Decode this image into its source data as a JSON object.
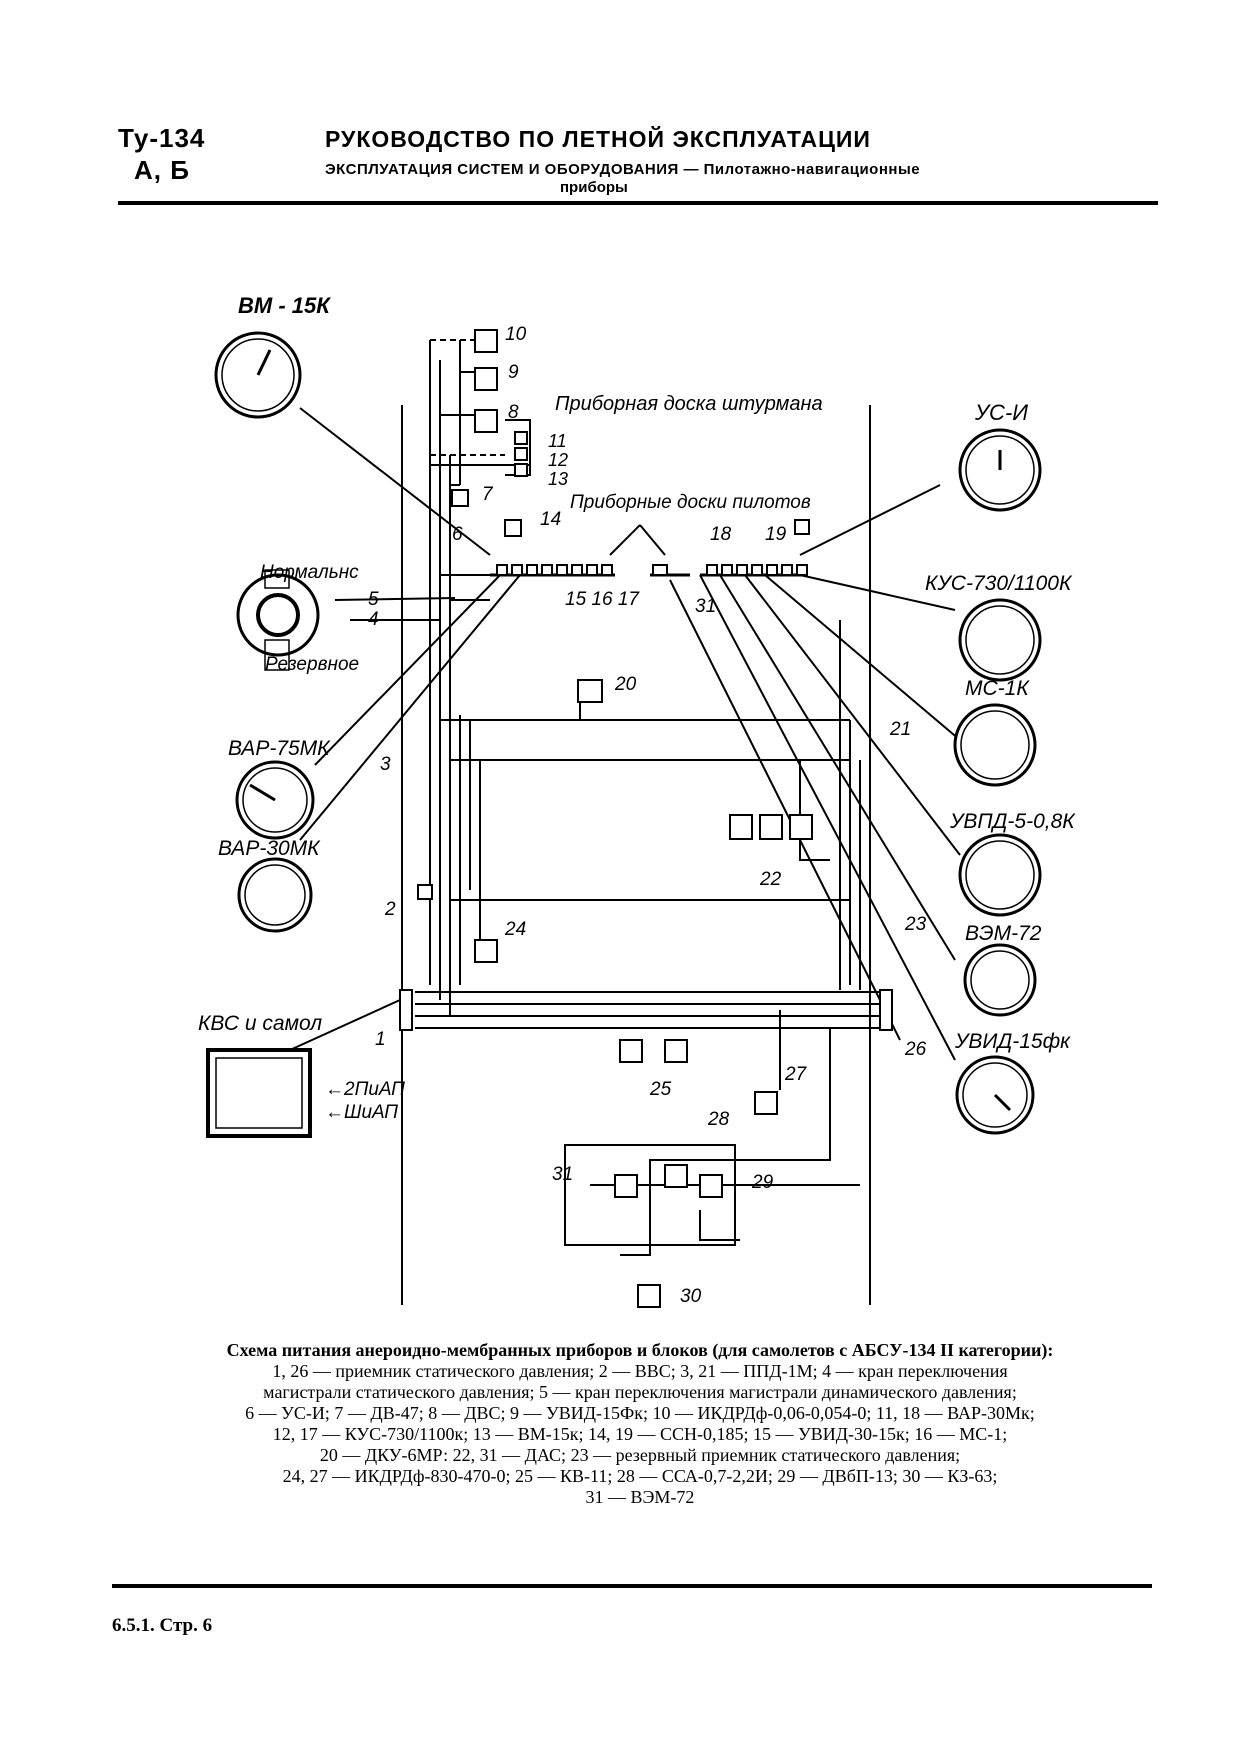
{
  "header": {
    "model": "Ту-134",
    "variants": "А,  Б",
    "title": "РУКОВОДСТВО ПО ЛЕТНОЙ ЭКСПЛУАТАЦИИ",
    "subtitle": "ЭКСПЛУАТАЦИЯ СИСТЕМ И ОБОРУДОВАНИЯ — Пилотажно-навигационные",
    "subtitle_cont": "приборы"
  },
  "diagram": {
    "instruments": {
      "vm15k": "ВМ - 15К",
      "us_i": "УС-И",
      "kus": "КУС-730/1100К",
      "ms1k": "МС-1К",
      "uvpd": "УВПД-5-0,8К",
      "vzm72": "ВЭМ-72",
      "uvid": "УВИД-15фк",
      "var75": "ВАР-75МК",
      "var30": "ВАР-30МК",
      "kvs": "КВС и самол"
    },
    "labels": {
      "navigator_panel": "Приборная доска штурмана",
      "pilot_panels": "Приборные доски пилотов",
      "normal": "Нормальнс",
      "reserve": "Резервное",
      "ap1": "←2ПиАП",
      "ap2": "←ШиАП"
    },
    "callouts": [
      "1",
      "2",
      "3",
      "4",
      "5",
      "6",
      "7",
      "8",
      "9",
      "10",
      "11",
      "12",
      "13",
      "14",
      "15 16 17",
      "18",
      "19",
      "20",
      "21",
      "22",
      "23",
      "24",
      "25",
      "26",
      "27",
      "28",
      "29",
      "30",
      "31",
      "31"
    ]
  },
  "caption": {
    "title": "Схема питания анероидно-мембранных приборов и блоков (для самолетов с АБСУ-134 II категории):",
    "lines": [
      "1, 26 — приемник статического давления; 2 — ВВС; 3, 21 — ППД-1М; 4 — кран переключения",
      "магистрали статического давления; 5 — кран переключения магистрали динамического давления;",
      "6 — УС-И; 7 — ДВ-47; 8 — ДВС; 9 — УВИД-15Фк; 10 — ИКДРДф-0,06-0,054-0; 11, 18 — ВАР-30Мк;",
      "12, 17 — КУС-730/1100к; 13 — ВМ-15к; 14, 19 — ССН-0,185; 15 — УВИД-30-15к; 16 — МС-1;",
      "20 — ДКУ-6МР: 22, 31 — ДАС; 23 — резервный приемник статического давления;",
      "24, 27 — ИКДРДф-830-470-0; 25 — КВ-11; 28 — ССА-0,7-2,2И; 29 — ДВбП-13; 30 — КЗ-63;",
      "31 — ВЭМ-72"
    ]
  },
  "footer": {
    "page_ref": "6.5.1. Стр. 6"
  }
}
